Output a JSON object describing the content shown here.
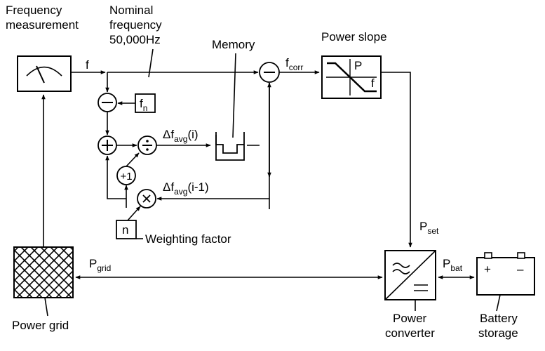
{
  "labels": {
    "frequency_measurement": [
      "Frequency",
      "measurement"
    ],
    "nominal_frequency": [
      "Nominal",
      "frequency",
      "50,000Hz"
    ],
    "memory": "Memory",
    "power_slope": "Power slope",
    "weighting_factor": "Weighting factor",
    "power_grid": "Power grid",
    "power_converter": [
      "Power",
      "converter"
    ],
    "battery_storage": [
      "Battery",
      "storage"
    ]
  },
  "signals": {
    "f": "f",
    "f_corr": {
      "main": "f",
      "sub": "corr"
    },
    "f_n": {
      "main": "f",
      "sub": "n"
    },
    "delta_f_avg_i": {
      "prefix": "Δf",
      "sub": "avg",
      "suffix": "(i)"
    },
    "delta_f_avg_i_minus_1": {
      "prefix": "Δf",
      "sub": "avg",
      "suffix": "(i-1)"
    },
    "p_set": {
      "main": "P",
      "sub": "set"
    },
    "p_grid": {
      "main": "P",
      "sub": "grid"
    },
    "p_bat": {
      "main": "P",
      "sub": "bat"
    },
    "n": "n",
    "plus_one": "+1"
  },
  "symbols": {
    "slope_p": "P",
    "slope_f": "f",
    "battery_plus": "+",
    "battery_minus": "–",
    "divide": "÷",
    "multiply": "×",
    "minus": "−",
    "plus": "+"
  }
}
